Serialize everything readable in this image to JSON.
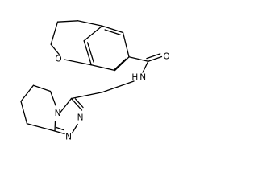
{
  "atoms": {
    "o_ring": "O",
    "o_carbonyl": "O",
    "nh": "N",
    "h_of_nh": "H",
    "n_fused": "N",
    "n_triazole_a": "N",
    "n_triazole_b": "N"
  }
}
